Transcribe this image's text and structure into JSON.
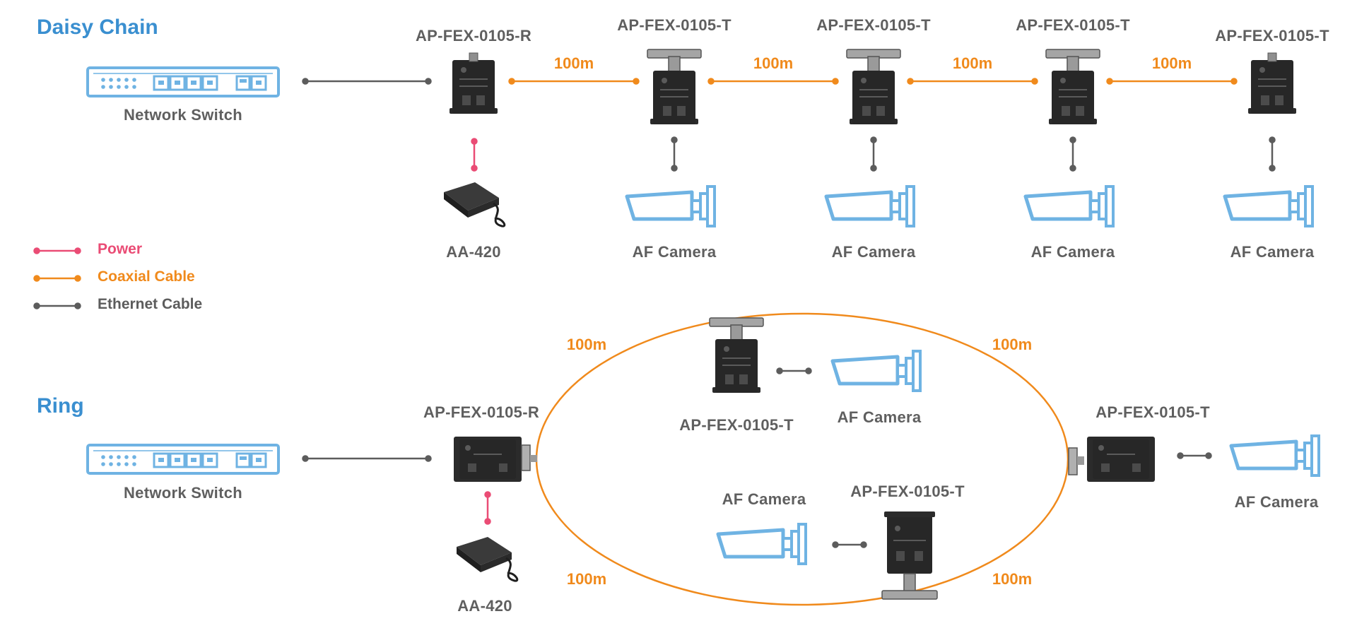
{
  "colors": {
    "power": "#ea4c75",
    "coaxial": "#f08a1c",
    "ethernet": "#5c5c5c",
    "device_blue": "#6fb3e3",
    "heading": "#3a8fd0",
    "label_gray": "#5f5f5f"
  },
  "sections": {
    "daisy": "Daisy Chain",
    "ring": "Ring"
  },
  "legend": {
    "power": "Power",
    "coaxial": "Coaxial Cable",
    "ethernet": "Ethernet Cable"
  },
  "daisy": {
    "switch_label": "Network Switch",
    "receiver_label": "AP-FEX-0105-R",
    "power_adapter_label": "AA-420",
    "transmitters": [
      {
        "label": "AP-FEX-0105-T",
        "camera": "AF Camera",
        "distance": "100m"
      },
      {
        "label": "AP-FEX-0105-T",
        "camera": "AF Camera",
        "distance": "100m"
      },
      {
        "label": "AP-FEX-0105-T",
        "camera": "AF Camera",
        "distance": "100m"
      },
      {
        "label": "AP-FEX-0105-T",
        "camera": "AF Camera",
        "distance": "100m"
      }
    ]
  },
  "ring": {
    "switch_label": "Network Switch",
    "receiver_label": "AP-FEX-0105-R",
    "power_adapter_label": "AA-420",
    "top_transmitter": {
      "label": "AP-FEX-0105-T",
      "camera": "AF Camera"
    },
    "right_transmitter": {
      "label": "AP-FEX-0105-T",
      "camera": "AF Camera"
    },
    "bottom_transmitter": {
      "label": "AP-FEX-0105-T",
      "camera": "AF Camera"
    },
    "distances": [
      "100m",
      "100m",
      "100m",
      "100m"
    ]
  },
  "icons": [
    "network-switch-icon",
    "receiver-icon",
    "transmitter-icon",
    "power-adapter-icon",
    "camera-icon"
  ]
}
